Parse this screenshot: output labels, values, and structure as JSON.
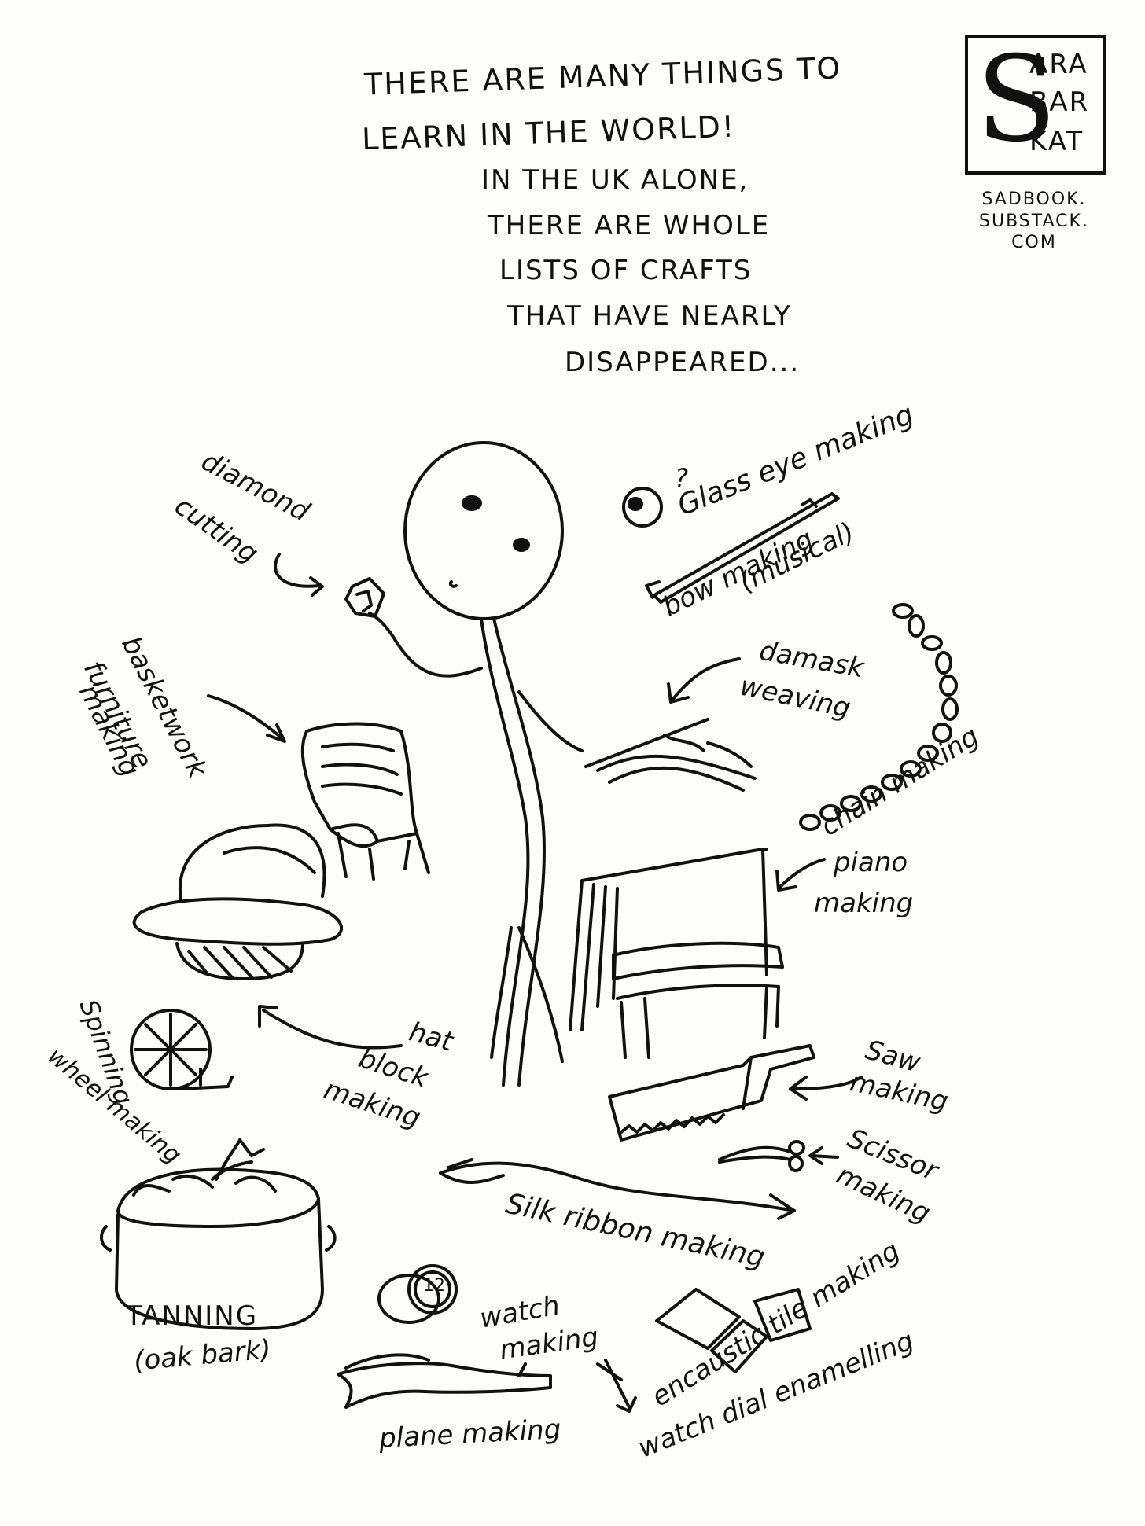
{
  "title": {
    "lines": [
      "THERE ARE MANY THINGS TO",
      "LEARN IN THE WORLD!"
    ]
  },
  "intro": {
    "lines": [
      "IN THE UK ALONE,",
      "THERE ARE WHOLE",
      "LISTS OF CRAFTS",
      "THAT HAVE NEARLY",
      "DISAPPEARED..."
    ]
  },
  "logo": {
    "letter": "S",
    "words": [
      "ARA",
      "BAR",
      "KAT"
    ],
    "site_lines": [
      "SADBOOK.",
      "SUBSTACK.",
      "COM"
    ]
  },
  "crafts": {
    "diamond": [
      "diamond",
      "cutting"
    ],
    "glass_eye": "Glass eye making",
    "glass_eye_mark": "?",
    "bow": [
      "bow making",
      "(musical)"
    ],
    "basketwork": [
      "basketwork",
      "furniture",
      "making"
    ],
    "damask": [
      "damask",
      "weaving"
    ],
    "chain": "chain making",
    "piano": [
      "piano",
      "making"
    ],
    "hat": [
      "hat",
      "block",
      "making"
    ],
    "spinning": [
      "Spinning",
      "wheel making"
    ],
    "saw": [
      "Saw",
      "making"
    ],
    "scissor": [
      "Scissor",
      "making"
    ],
    "silk": "Silk ribbon making",
    "tanning": [
      "TANNING",
      "(oak bark)"
    ],
    "watch": [
      "watch",
      "making"
    ],
    "watch_face": "12",
    "tile": "encaustic tile making",
    "plane": "plane making",
    "dial": "watch dial enamelling"
  }
}
